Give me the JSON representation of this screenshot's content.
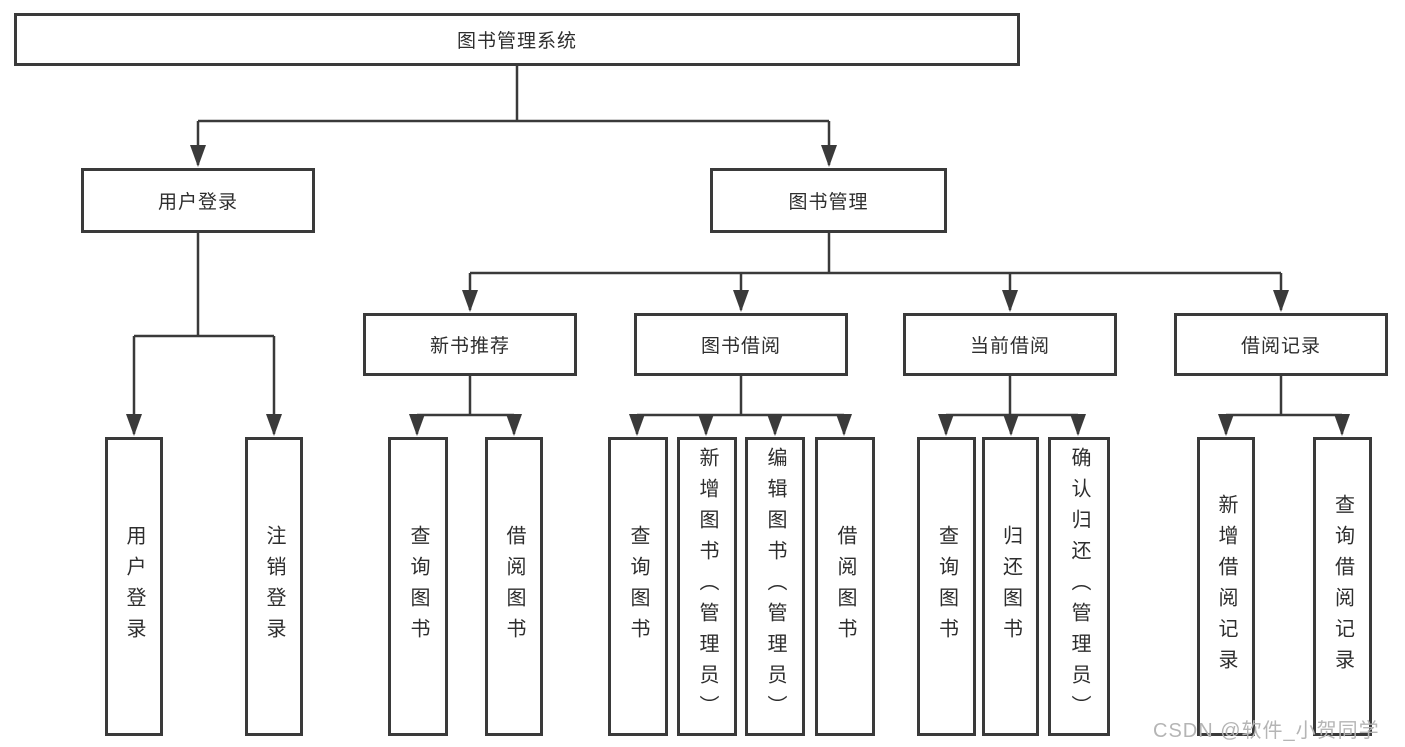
{
  "diagram": {
    "title": "图书管理系统",
    "colors": {
      "line": "#3a3a3a",
      "text": "#2e2e2e",
      "background": "#ffffff",
      "watermark": "#b5b5b5"
    },
    "level1": {
      "user_login": "用户登录",
      "book_mgmt": "图书管理"
    },
    "level2": {
      "new_book_rec": "新书推荐",
      "book_borrow": "图书借阅",
      "current_borrow": "当前借阅",
      "borrow_records": "借阅记录"
    },
    "leaves": {
      "user_login": [
        "用户登录",
        "注销登录"
      ],
      "new_book_rec": [
        "查询图书",
        "借阅图书"
      ],
      "book_borrow": [
        "查询图书",
        "新增图书（管理员）",
        "编辑图书（管理员）",
        "借阅图书"
      ],
      "current_borrow": [
        "查询图书",
        "归还图书",
        "确认归还（管理员）"
      ],
      "borrow_records": [
        "新增借阅记录",
        "查询借阅记录"
      ]
    }
  },
  "watermark": {
    "text": "CSDN @软件_小贺同学"
  }
}
